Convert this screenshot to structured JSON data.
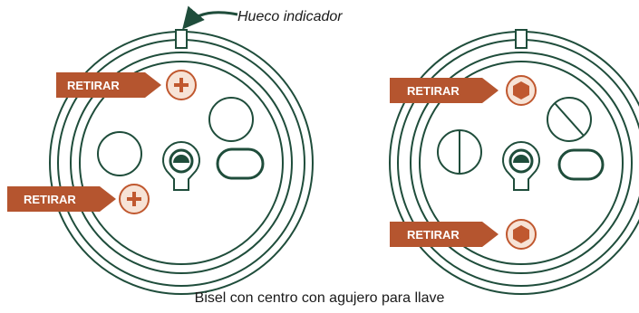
{
  "annotation": {
    "text": "Hueco indicador"
  },
  "caption": "Bisel con centro con agujero para llave",
  "labels": {
    "remove": "RETIRAR"
  },
  "colors": {
    "outline": "#1f4d3b",
    "tag": "#b5552f",
    "screw_fill": "#f7e3d6",
    "screw_cross": "#c0582f"
  },
  "diagrams": [
    {
      "name": "left-bezel",
      "screw_type": "cross",
      "removal_points": 2
    },
    {
      "name": "right-bezel",
      "screw_type": "hex",
      "removal_points": 2
    }
  ]
}
